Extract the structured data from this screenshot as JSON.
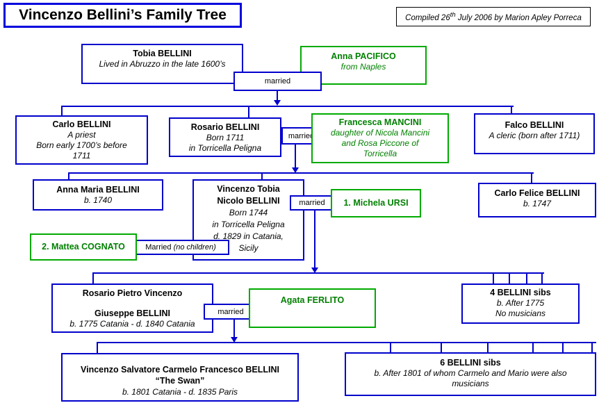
{
  "title": "Vincenzo Bellini’s Family Tree",
  "compiled": {
    "before": "Compiled 26",
    "sup": "th",
    "after": " July 2006 by Marion Apley Porreca"
  },
  "labels": {
    "married": "married",
    "married_nc_plain": "Married ",
    "married_nc_italic": "(no children)"
  },
  "people": {
    "tobia": {
      "name": "Tobia BELLINI",
      "note1": "Lived in Abruzzo in the late 1600’s"
    },
    "anna_pacifico": {
      "name": "Anna PACIFICO",
      "note1": "from Naples"
    },
    "carlo": {
      "name": "Carlo BELLINI",
      "note1": "A priest",
      "note2": "Born early 1700’s before",
      "note3": "1711"
    },
    "rosario": {
      "name": "Rosario BELLINI",
      "note1": "Born 1711",
      "note2": "in Torricella Peligna"
    },
    "francesca": {
      "name": "Francesca MANCINI",
      "note1": "daughter of Nicola Mancini",
      "note2": "and Rosa Piccone of",
      "note3": "Torricella"
    },
    "falco": {
      "name": "Falco BELLINI",
      "note1": "A cleric (born after 1711)"
    },
    "anna_maria": {
      "name": "Anna Maria BELLINI",
      "note1": "b. 1740"
    },
    "vincenzo_tobia": {
      "name1": "Vincenzo Tobia",
      "name2": "Nicolo  BELLINI",
      "note1": "Born 1744",
      "note2": "in Torricella Peligna",
      "note3": "d. 1829 in Catania,",
      "note4": "Sicily"
    },
    "michela": {
      "name": "1. Michela URSI"
    },
    "carlo_felice": {
      "name": "Carlo Felice BELLINI",
      "note1": "b. 1747"
    },
    "mattea": {
      "name": "2. Mattea COGNATO"
    },
    "rosario_pietro": {
      "name1": "Rosario Pietro Vincenzo",
      "name2": "Giuseppe  BELLINI",
      "note1": "b. 1775 Catania - d. 1840 Catania"
    },
    "agata": {
      "name": "Agata FERLITO"
    },
    "sibs4": {
      "name": "4 BELLINI sibs",
      "note1": "b. After 1775",
      "note2": "No musicians"
    },
    "vincenzo_swan": {
      "name1": "Vincenzo Salvatore Carmelo Francesco BELLINI",
      "name2": "“The Swan”",
      "note1": "b. 1801 Catania - d. 1835 Paris"
    },
    "sibs6": {
      "name": "6 BELLINI sibs",
      "note1": "b. After 1801 of whom Carmelo and Mario were also",
      "note2": "musicians"
    }
  },
  "colors": {
    "blue": "#0000CC",
    "title_border": "#0000DD",
    "green_border": "#00AA00",
    "green_text": "#008000",
    "black": "#000000"
  }
}
